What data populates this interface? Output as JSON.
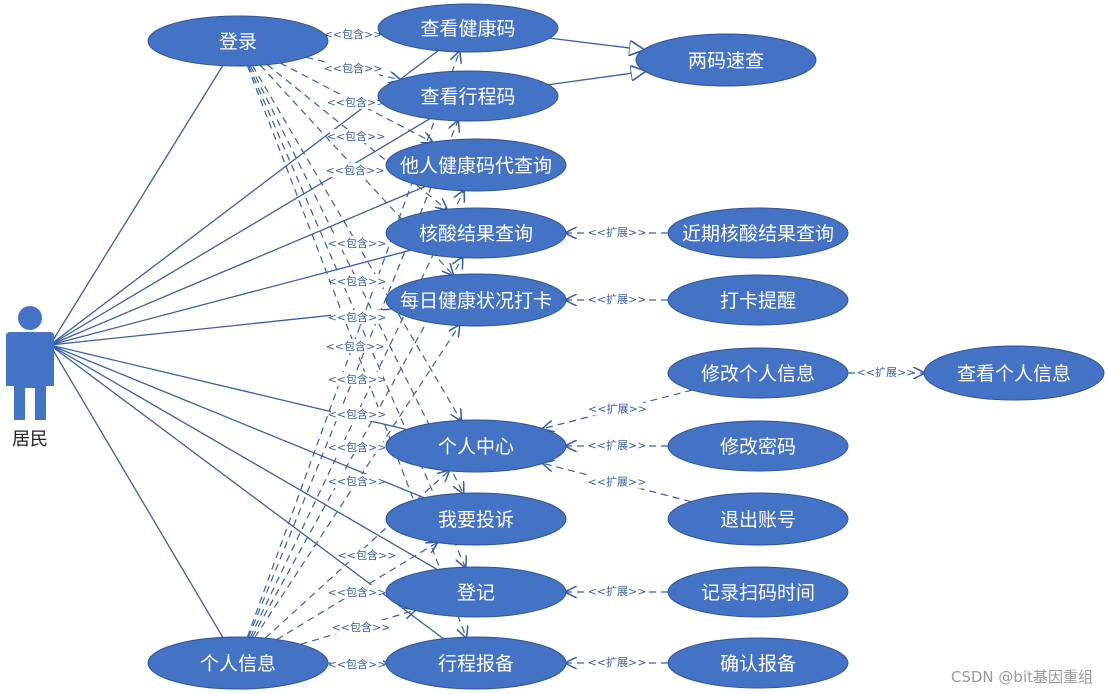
{
  "actor": {
    "label": "居民"
  },
  "use_cases": [
    {
      "id": "login",
      "label": "登录"
    },
    {
      "id": "view_health_code",
      "label": "查看健康码"
    },
    {
      "id": "two_codes",
      "label": "两码速查"
    },
    {
      "id": "view_trip_code",
      "label": "查看行程码"
    },
    {
      "id": "proxy_query",
      "label": "他人健康码代查询"
    },
    {
      "id": "nucleic_query",
      "label": "核酸结果查询"
    },
    {
      "id": "recent_nucleic",
      "label": "近期核酸结果查询"
    },
    {
      "id": "daily_checkin",
      "label": "每日健康状况打卡"
    },
    {
      "id": "checkin_reminder",
      "label": "打卡提醒"
    },
    {
      "id": "edit_profile",
      "label": "修改个人信息"
    },
    {
      "id": "view_profile",
      "label": "查看个人信息"
    },
    {
      "id": "personal_center",
      "label": "个人中心"
    },
    {
      "id": "change_password",
      "label": "修改密码"
    },
    {
      "id": "logout",
      "label": "退出账号"
    },
    {
      "id": "complain",
      "label": "我要投诉"
    },
    {
      "id": "register",
      "label": "登记"
    },
    {
      "id": "record_scan_time",
      "label": "记录扫码时间"
    },
    {
      "id": "personal_info",
      "label": "个人信息"
    },
    {
      "id": "trip_report",
      "label": "行程报备"
    },
    {
      "id": "confirm_report",
      "label": "确认报备"
    }
  ],
  "relation_labels": {
    "include": "<<包含>>",
    "extend": "<<扩展>>"
  },
  "associations": [
    "login",
    "view_health_code",
    "view_trip_code",
    "proxy_query",
    "nucleic_query",
    "daily_checkin",
    "personal_center",
    "complain",
    "register",
    "trip_report",
    "personal_info"
  ],
  "generalizations": [
    {
      "from": "view_health_code",
      "to": "two_codes"
    },
    {
      "from": "view_trip_code",
      "to": "two_codes"
    }
  ],
  "extends": [
    {
      "from": "recent_nucleic",
      "to": "nucleic_query"
    },
    {
      "from": "checkin_reminder",
      "to": "daily_checkin"
    },
    {
      "from": "edit_profile",
      "to": "view_profile"
    },
    {
      "from": "edit_profile",
      "to": "personal_center"
    },
    {
      "from": "change_password",
      "to": "personal_center"
    },
    {
      "from": "logout",
      "to": "personal_center"
    },
    {
      "from": "record_scan_time",
      "to": "register"
    },
    {
      "from": "confirm_report",
      "to": "trip_report"
    }
  ],
  "includes_from_login": [
    "view_health_code",
    "view_trip_code",
    "proxy_query",
    "nucleic_query",
    "daily_checkin",
    "personal_center",
    "complain",
    "register",
    "trip_report"
  ],
  "includes_from_personal_info": [
    "view_health_code",
    "view_trip_code",
    "proxy_query",
    "nucleic_query",
    "daily_checkin",
    "personal_center",
    "complain",
    "register",
    "trip_report"
  ],
  "watermark": "CSDN @bit基因重组",
  "colors": {
    "ellipse_fill": "#4472c4",
    "ellipse_stroke": "#2f5597",
    "line": "#3a5ea8",
    "text_on_shape": "#ffffff"
  }
}
